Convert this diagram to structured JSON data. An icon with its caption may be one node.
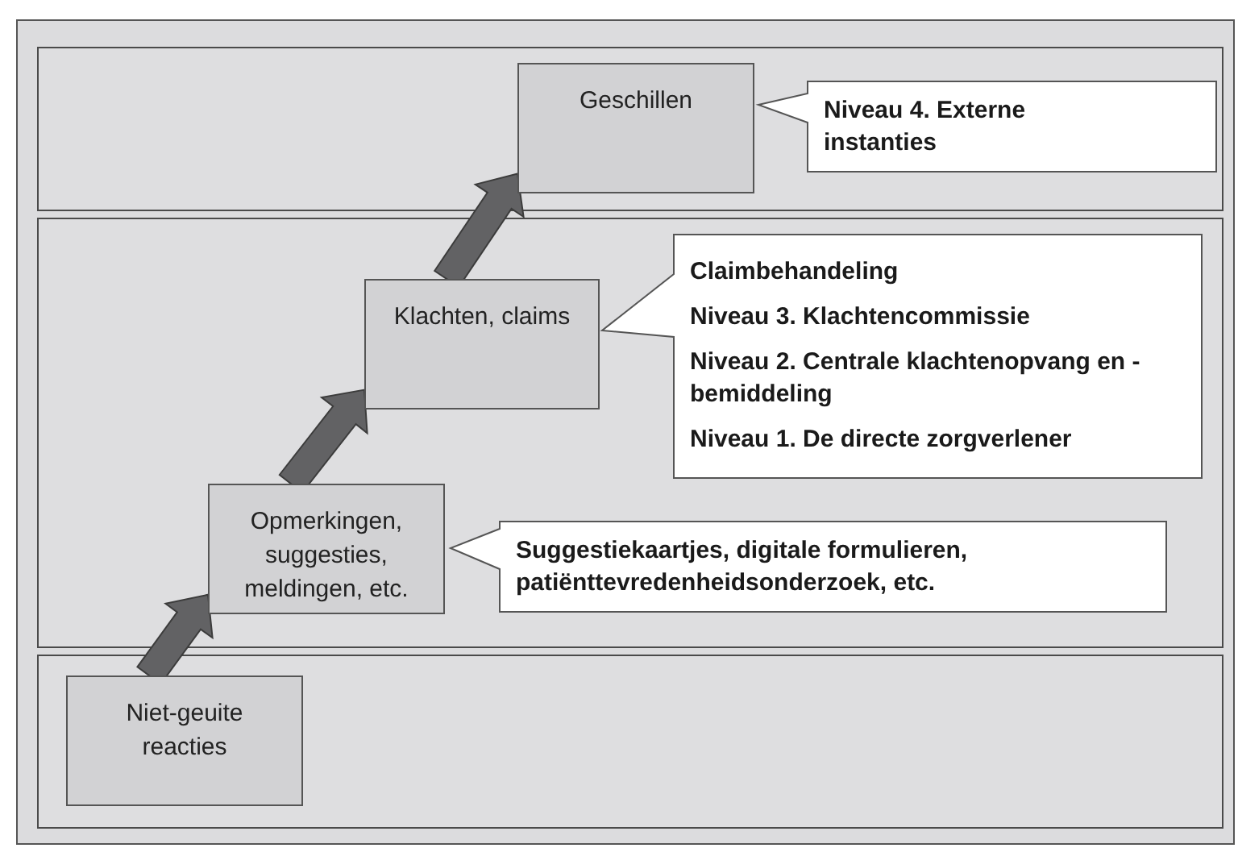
{
  "diagram": {
    "nodes": [
      {
        "text": [],
        "shape": "box"
      },
      {
        "text": [],
        "shape": "box",
        "in": 0
      },
      {
        "text": [
          "Geschillen"
        ],
        "in": 1
      },
      {
        "text": [
          "Niveau 4. Externe instanties"
        ],
        "in": 1
      },
      {
        "text": [],
        "shape": "box",
        "in": 0
      },
      {
        "text": [
          "Klachten, claims"
        ],
        "in": 4
      },
      {
        "text": [
          "Claimbehandeling",
          "Niveau 3. Klachtencommissie",
          "Niveau 2. Centrale klachtenopvang en -bemiddeling",
          "Niveau 1. De directe zorgverlener"
        ],
        "in": 4
      },
      {
        "text": [
          "Opmerkingen, suggesties, meldingen, etc."
        ],
        "in": 4
      },
      {
        "text": [
          "Suggestiekaartjes, digitale formulieren, patiënttevredenheidsonderzoek, etc."
        ],
        "in": 4
      },
      {
        "text": [],
        "shape": "box",
        "in": 0
      },
      {
        "text": [
          "Niet-geuite reacties"
        ],
        "in": 9
      }
    ],
    "edges": [
      {
        "from": 10,
        "to": 7,
        "arrow": "to"
      },
      {
        "from": 7,
        "to": 5,
        "arrow": "to"
      },
      {
        "from": 5,
        "to": 2,
        "arrow": "to"
      }
    ]
  }
}
